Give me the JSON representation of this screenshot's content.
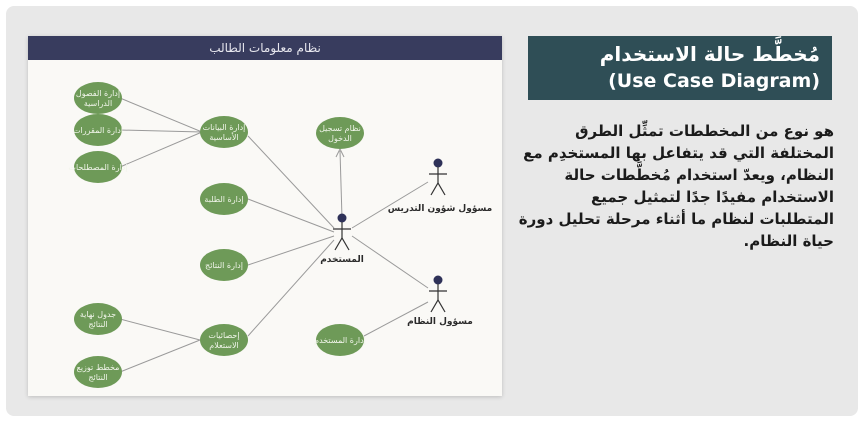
{
  "diagram": {
    "title": "نظام معلومات الطالب",
    "use_cases": [
      {
        "id": "uc-sections",
        "lines": [
          "إدارة الفصول",
          "الدراسية"
        ]
      },
      {
        "id": "uc-courses",
        "lines": [
          "إدارة المقررات"
        ]
      },
      {
        "id": "uc-terms",
        "lines": [
          "إدارة المصطلحات"
        ]
      },
      {
        "id": "uc-basic-data",
        "lines": [
          "إدارة البيانات",
          "الأساسية"
        ]
      },
      {
        "id": "uc-login",
        "lines": [
          "نظام تسجيل",
          "الدخول"
        ]
      },
      {
        "id": "uc-students",
        "lines": [
          "إدارة الطلبة"
        ]
      },
      {
        "id": "uc-results",
        "lines": [
          "إدارة النتائج"
        ]
      },
      {
        "id": "uc-final-table",
        "lines": [
          "جدول نهاية",
          "النتائج"
        ]
      },
      {
        "id": "uc-stats",
        "lines": [
          "إحصائيات",
          "الاستعلام"
        ]
      },
      {
        "id": "uc-distribution",
        "lines": [
          "مخطط توزيع",
          "النتائج"
        ]
      },
      {
        "id": "uc-users",
        "lines": [
          "إدارة المستخدم"
        ]
      }
    ],
    "actors": [
      {
        "id": "actor-user",
        "label": "المستخدم"
      },
      {
        "id": "actor-teaching",
        "label": "مسؤول شؤون التدريس"
      },
      {
        "id": "actor-admin",
        "label": "مسؤول النظام"
      }
    ],
    "colors": {
      "use_case_fill": "#6e9a58",
      "line": "#9a9a9a",
      "title_bar": "#383c5e"
    }
  },
  "heading": {
    "arabic": "مُخطَّط حالة الاستخدام",
    "english": "(Use Case Diagram)"
  },
  "description": "هو نوع من المخططات تمثِّل الطرق المختلفة التي قد يتفاعل بها المستخدِم مع النظام، ويعدّ استخدام مُخطَّطات حالة الاستخدام مفيدًا جدًا لتمثيل جميع المتطلبات لنظام ما أثناء مرحلة تحليل دورة حياة النظام."
}
